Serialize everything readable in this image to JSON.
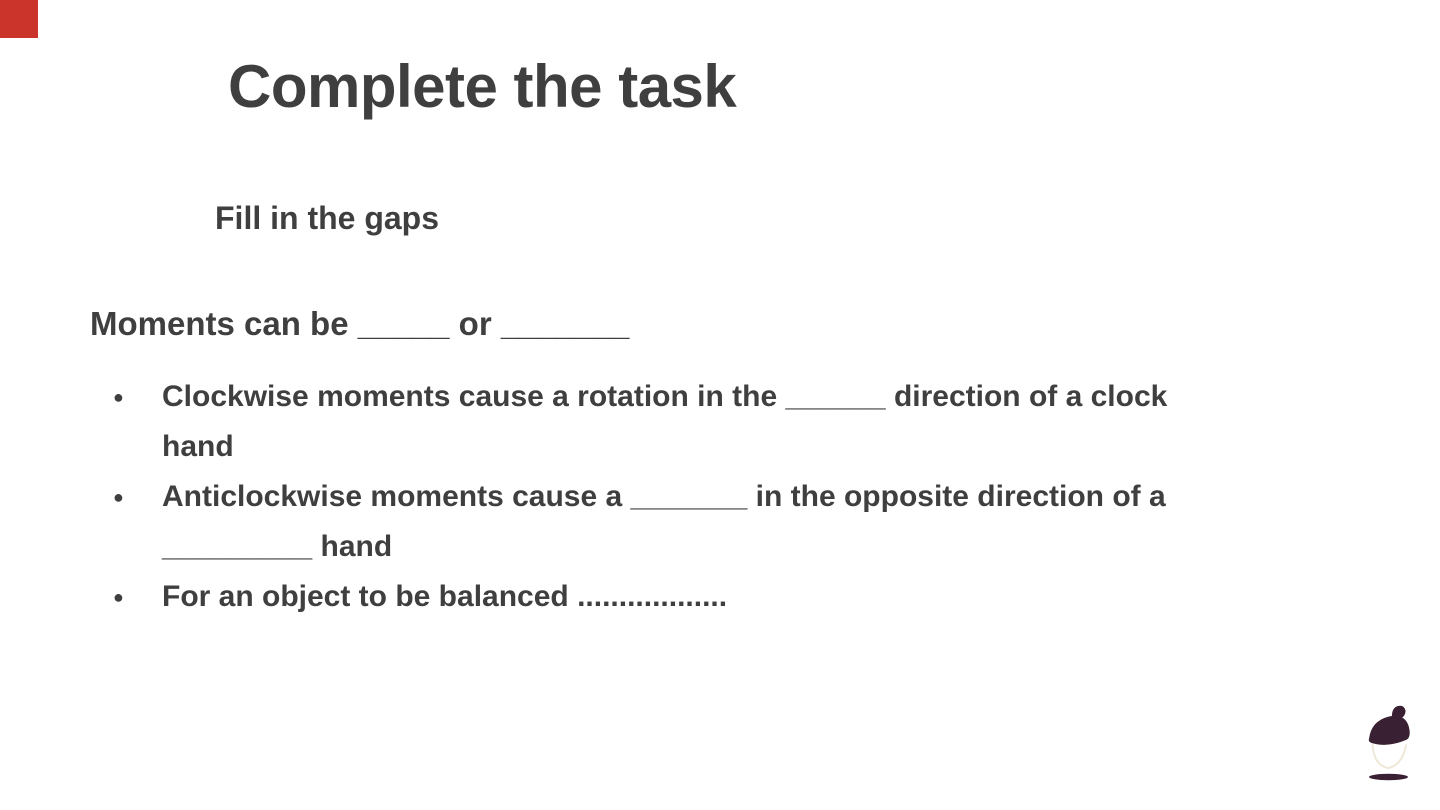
{
  "slide": {
    "title": "Complete the task",
    "subtitle": "Fill in the gaps",
    "lead": "Moments can be _____ or _______",
    "bullet_char": "●",
    "bullets": [
      {
        "lines": [
          "Clockwise moments cause a rotation in the ______ direction of a clock",
          "hand"
        ]
      },
      {
        "lines": [
          "Anticlockwise moments cause a _______ in the opposite direction of a",
          "_________ hand"
        ]
      },
      {
        "lines": [
          "For an object to be balanced .................."
        ]
      }
    ],
    "colors": {
      "text": "#3F3F3F",
      "corner_square": "#CB342B",
      "logo_plum": "#3A2033",
      "logo_body_outline": "#EFE7D8"
    },
    "logo_name": "acorn-logo"
  }
}
